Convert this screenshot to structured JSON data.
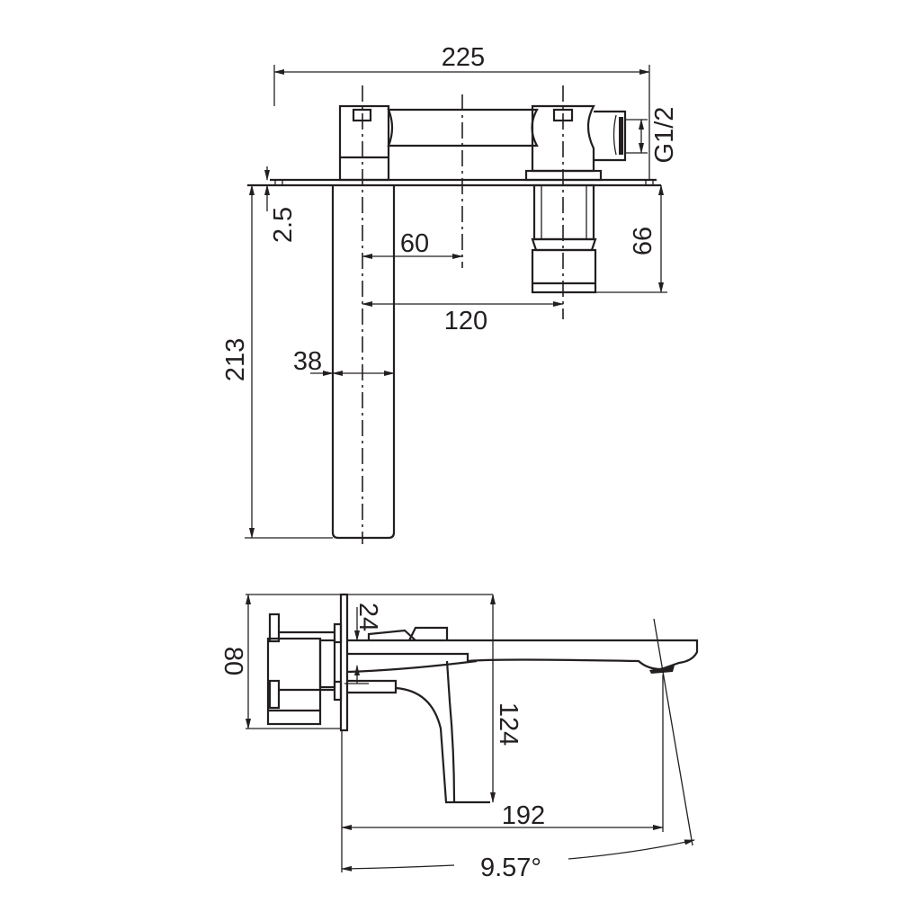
{
  "drawing": {
    "top_view": {
      "dimensions": {
        "overall_width": "225",
        "thread": "G1/2",
        "plate_thickness": "2.5",
        "offset_half": "60",
        "valve_depth": "66",
        "center_distance": "120",
        "projection": "213",
        "spout_width": "38"
      }
    },
    "side_view": {
      "dimensions": {
        "body_height": "80",
        "plate_gap": "24",
        "spout_height": "124",
        "spout_reach": "192",
        "angle": "9.57°"
      }
    }
  }
}
